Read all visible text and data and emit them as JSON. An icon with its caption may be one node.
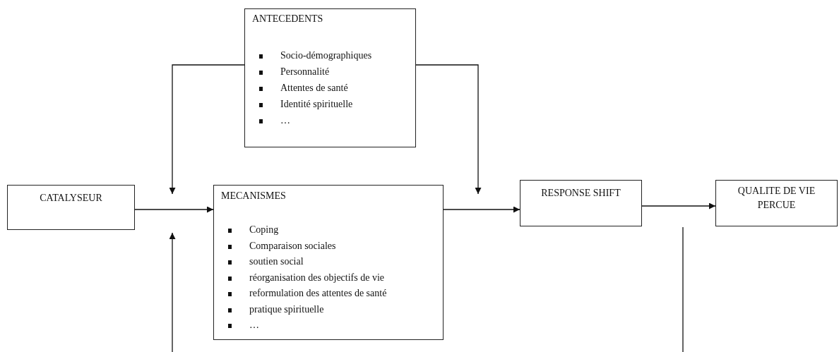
{
  "diagram": {
    "nodes": [
      {
        "text": [
          "CATALYSEUR"
        ]
      },
      {
        "text": [
          "ANTECEDENTS",
          "Socio-démographiques",
          "Personnalité",
          "Attentes de santé",
          "Identité spirituelle",
          "…"
        ]
      },
      {
        "text": [
          "MECANISMES",
          "Coping",
          "Comparaison sociales",
          "soutien social",
          "réorganisation des objectifs de vie",
          "reformulation des attentes de santé",
          "pratique spirituelle",
          "…"
        ]
      },
      {
        "text": [
          "RESPONSE SHIFT"
        ]
      },
      {
        "text": [
          "QUALITE DE VIE PERCUE"
        ]
      }
    ],
    "edges": [
      {
        "from": 0,
        "to": 2,
        "arrow": "to"
      },
      {
        "from": 2,
        "to": 3,
        "arrow": "to"
      },
      {
        "from": 3,
        "to": 4,
        "arrow": "to"
      },
      {
        "from": 1,
        "to": null,
        "arrow": "to"
      },
      {
        "from": 1,
        "to": null,
        "arrow": "to"
      }
    ]
  }
}
